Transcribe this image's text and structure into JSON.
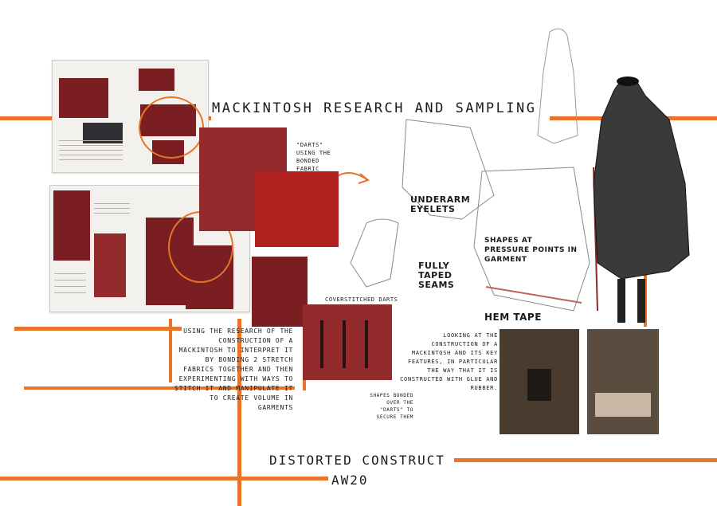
{
  "title": "MACKINTOSH RESEARCH AND SAMPLING",
  "footer": {
    "line1": "DISTORTED CONSTRUCT",
    "line2": "AW20"
  },
  "captions": {
    "darts_bonded": "\"DARTS\" USING THE BONDED FABRIC",
    "coverstitched": "COVERSTITCHED DARTS",
    "shapes_bonded": "SHAPES BONDED OVER THE \"DARTS\" TO SECURE THEM"
  },
  "paragraphs": {
    "left": "USING THE RESEARCH OF THE CONSTRUCTION OF A MACKINTOSH TO INTERPRET IT BY BONDING 2 STRETCH FABRICS TOGETHER AND THEN EXPERIMENTING WITH WAYS TO STITCH IT AND MANIPULATE IT TO CREATE VOLUME IN GARMENTS",
    "right": "LOOKING AT THE CONSTRUCTION OF A MACKINTOSH AND ITS KEY FEATURES, IN PARTICULAR THE WAY THAT IT IS CONSTRUCTED WITH GLUE AND RUBBER."
  },
  "sketch_labels": {
    "underarm": "UNDERARM EYELETS",
    "shapes_pressure": "SHAPES AT PRESSURE POINTS IN GARMENT",
    "fully_taped": "FULLY TAPED SEAMS",
    "hem_tape": "HEM TAPE"
  },
  "colors": {
    "accent": "#e8742a",
    "fabric": "#7a1e22",
    "text": "#1a1a1a"
  }
}
